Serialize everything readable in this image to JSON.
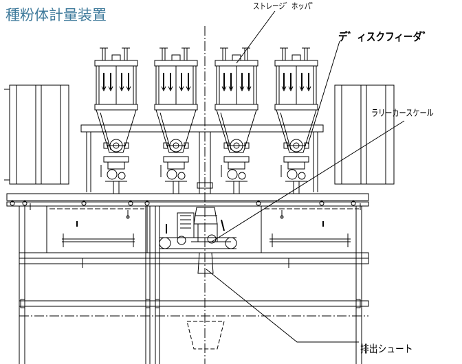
{
  "title": "種粉体計量装置",
  "labels": {
    "hopper": "ストレージ゛ホッパ゜",
    "feeder": "デ゛ィスクフィーダ゛",
    "scale": "ラリーカースケール",
    "chute": "排出シュート"
  },
  "colors": {
    "title": "#3f7a9b",
    "line": "#000000",
    "background": "#ffffff"
  }
}
